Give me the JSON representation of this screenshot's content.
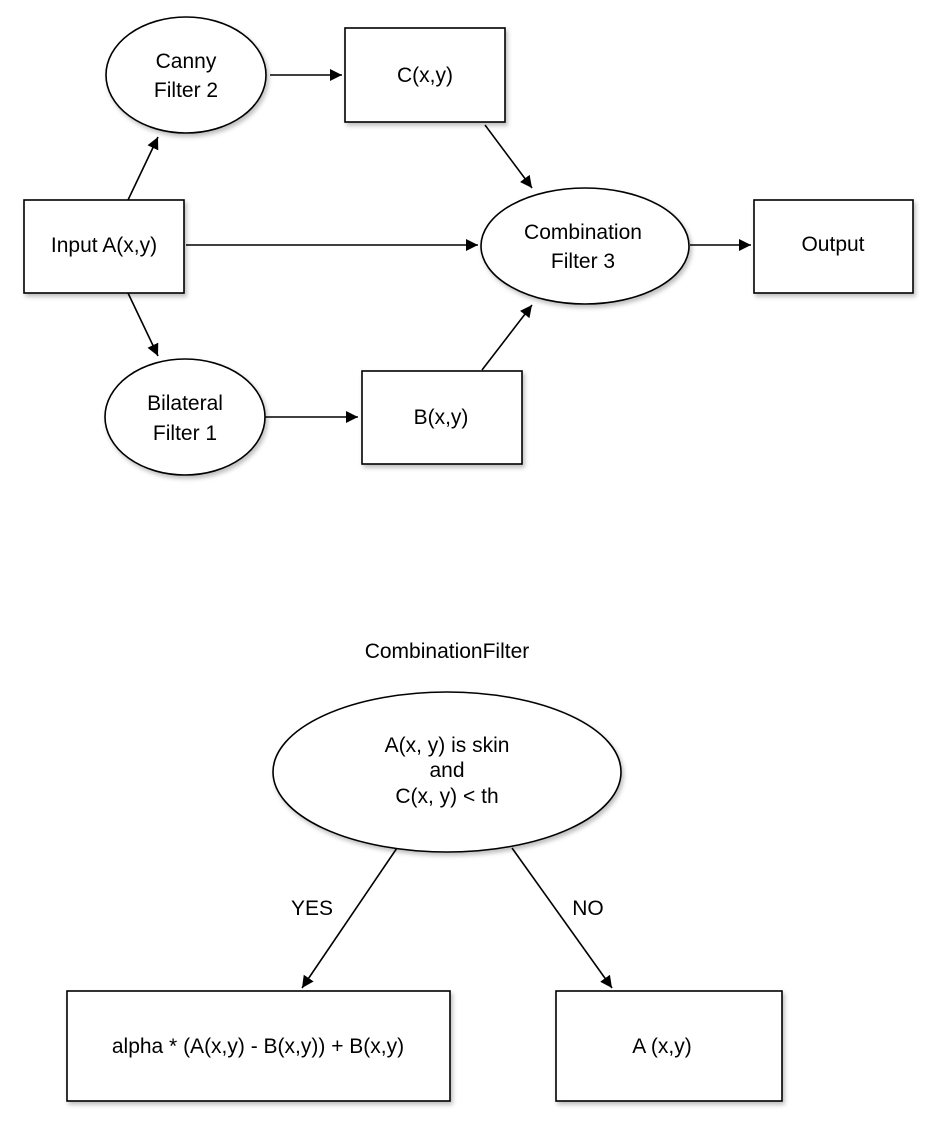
{
  "diagram_top": {
    "nodes": {
      "canny": {
        "lines": [
          "Canny",
          "Filter 2"
        ]
      },
      "c_box": {
        "lines": [
          "C(x,y)"
        ]
      },
      "input": {
        "lines": [
          "Input A(x,y)"
        ]
      },
      "combination": {
        "lines": [
          "Combination",
          "Filter 3"
        ]
      },
      "output": {
        "lines": [
          "Output"
        ]
      },
      "bilateral": {
        "lines": [
          "Bilateral",
          "Filter 1"
        ]
      },
      "b_box": {
        "lines": [
          "B(x,y)"
        ]
      }
    }
  },
  "diagram_bottom": {
    "title": "CombinationFilter",
    "decision": {
      "lines": [
        "A(x, y) is skin",
        "and",
        "C(x, y) < th"
      ]
    },
    "yes_label": "YES",
    "no_label": "NO",
    "yes_result": {
      "lines": [
        "alpha * (A(x,y) - B(x,y)) +  B(x,y)"
      ]
    },
    "no_result": {
      "lines": [
        "A  (x,y)"
      ]
    }
  }
}
